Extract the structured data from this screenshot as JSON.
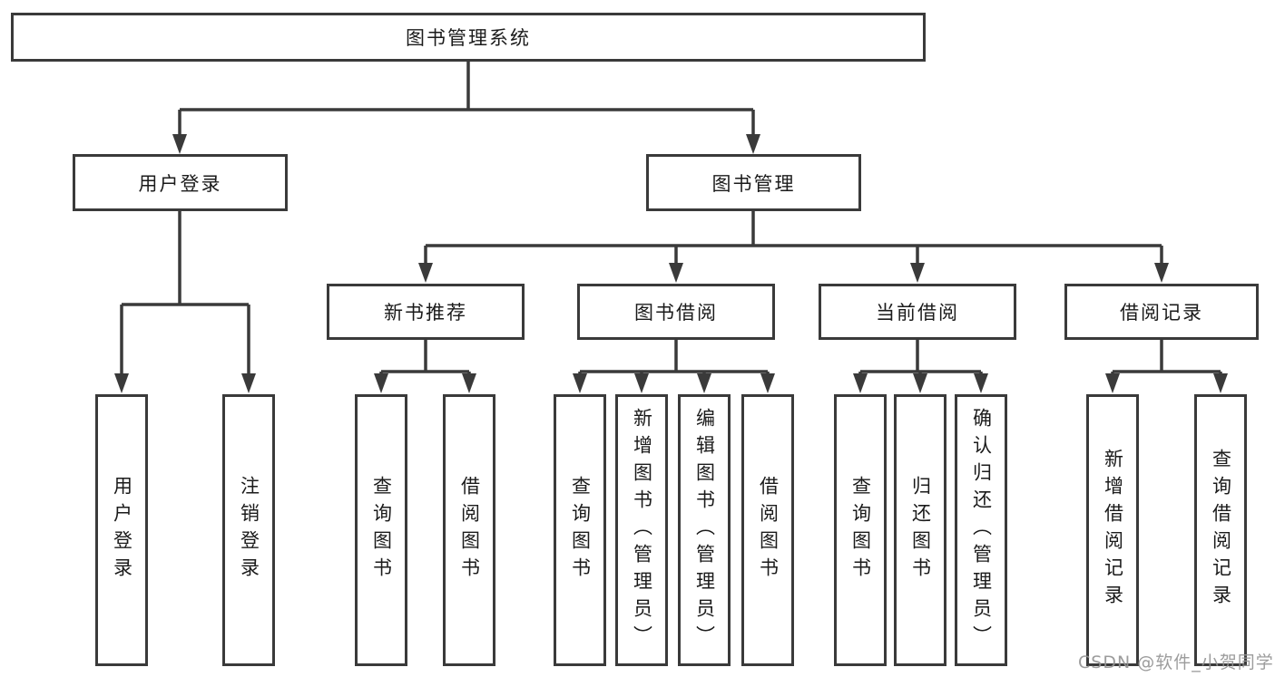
{
  "page": {
    "background": "#ffffff",
    "line_color": "#3a3a3a",
    "text_color": "#1b1b1b"
  },
  "tree": {
    "root": {
      "label": "图书管理系统"
    },
    "level2": [
      {
        "label": "用户登录",
        "children": [
          {
            "label": "用户登录"
          },
          {
            "label": "注销登录"
          }
        ]
      },
      {
        "label": "图书管理",
        "children": [
          {
            "label": "新书推荐",
            "children": [
              {
                "label": "查询图书"
              },
              {
                "label": "借阅图书"
              }
            ]
          },
          {
            "label": "图书借阅",
            "children": [
              {
                "label": "查询图书"
              },
              {
                "label": "新增图书（管理员）"
              },
              {
                "label": "编辑图书（管理员）"
              },
              {
                "label": "借阅图书"
              }
            ]
          },
          {
            "label": "当前借阅",
            "children": [
              {
                "label": "查询图书"
              },
              {
                "label": "归还图书"
              },
              {
                "label": "确认归还（管理员）"
              }
            ]
          },
          {
            "label": "借阅记录",
            "children": [
              {
                "label": "新增借阅记录"
              },
              {
                "label": "查询借阅记录"
              }
            ]
          }
        ]
      }
    ]
  },
  "watermark": {
    "text": "CSDN @软件_小贺同学",
    "color": "#949494"
  }
}
